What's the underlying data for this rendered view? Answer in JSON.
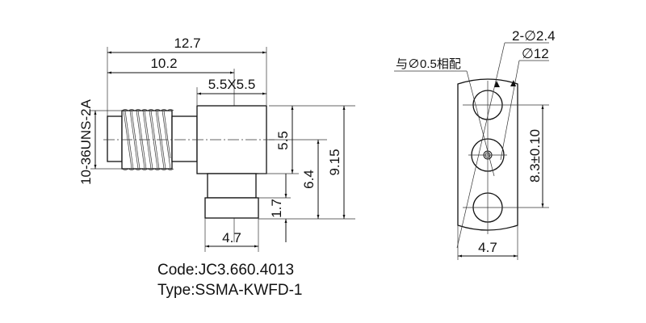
{
  "side_view": {
    "dims": {
      "overall_length": "12.7",
      "thread_to_axis": "10.2",
      "body_square": "5.5X5.5",
      "thread_spec": "10-36UNS-2A",
      "body_height": "5.5",
      "axis_to_bottom": "6.4",
      "overall_height": "9.15",
      "flange_height": "1.7",
      "flange_width": "4.7"
    }
  },
  "flange_view": {
    "dims": {
      "holes": "2-∅2.4",
      "radius_dia": "∅12",
      "pin_note": "与∅0.5相配",
      "hole_spacing": "8.3±0.10",
      "width": "4.7"
    }
  },
  "caption": {
    "code": "Code:JC3.660.4013",
    "type": "Type:SSMA-KWFD-1"
  }
}
